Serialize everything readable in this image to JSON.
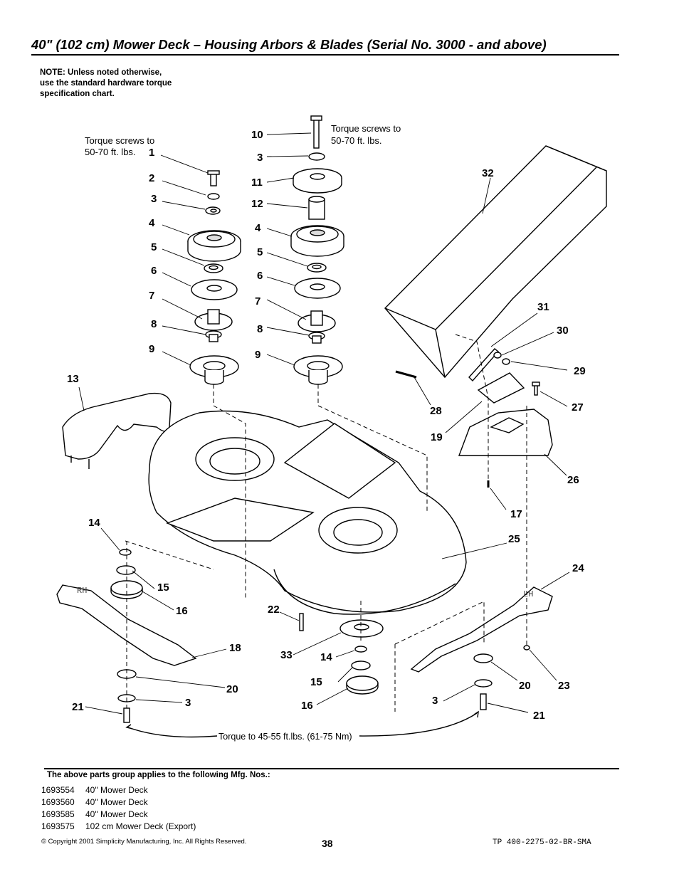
{
  "header": {
    "title": "40\" (102 cm) Mower Deck – Housing Arbors & Blades (Serial No. 3000 - and above)"
  },
  "note": {
    "lines": [
      "NOTE: Unless noted otherwise,",
      "use the standard hardware torque",
      "specification chart."
    ]
  },
  "diagram": {
    "annotations": {
      "torque_left": [
        "Torque screws to",
        "50-70 ft. lbs."
      ],
      "torque_right": [
        "Torque screws to",
        "50-70 ft. lbs."
      ],
      "torque_bottom": "Torque to 45-55 ft.lbs. (61-75 Nm)"
    },
    "blade_marks": {
      "left": "RH",
      "right": "LH"
    },
    "callouts": [
      "1",
      "2",
      "3",
      "4",
      "5",
      "6",
      "7",
      "8",
      "9",
      "10",
      "3",
      "11",
      "12",
      "4",
      "5",
      "6",
      "7",
      "8",
      "9",
      "32",
      "31",
      "30",
      "29",
      "27",
      "28",
      "19",
      "26",
      "17",
      "13",
      "14",
      "15",
      "16",
      "18",
      "20",
      "3",
      "21",
      "25",
      "24",
      "22",
      "33",
      "14",
      "15",
      "16",
      "20",
      "23",
      "3",
      "21"
    ]
  },
  "footer": {
    "applies_heading": "The above parts group applies to the following Mfg. Nos.:",
    "mfg_list": [
      {
        "number": "1693554",
        "desc": "40\" Mower Deck"
      },
      {
        "number": "1693560",
        "desc": "40\" Mower Deck"
      },
      {
        "number": "1693585",
        "desc": "40\" Mower Deck"
      },
      {
        "number": "1693575",
        "desc": "102 cm Mower Deck (Export)"
      }
    ],
    "copyright": "© Copyright  2001 Simplicity Manufacturing, Inc. All Rights Reserved.",
    "page_number": "38",
    "doc_code": "TP 400-2275-02-BR-SMA"
  }
}
